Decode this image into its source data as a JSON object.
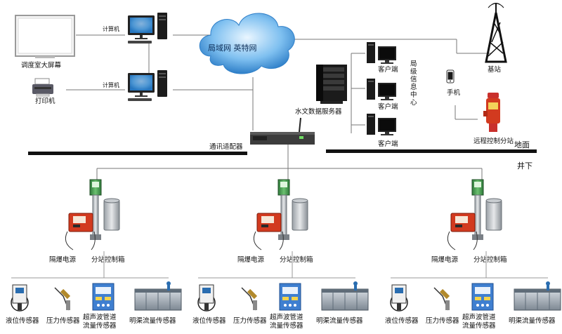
{
  "labels": {
    "big_screen": "调度室大屏幕",
    "printer": "打印机",
    "computer_top": "计算机",
    "computer_bottom": "计算机",
    "cloud": "局域网 英特网",
    "server": "水文数据服务器",
    "client_1": "客户端",
    "client_2": "客户端",
    "client_3": "客户端",
    "info_center": "局级信息中心",
    "base_station": "基站",
    "phone": "手机",
    "remote_station": "远程控制分站",
    "ground": "地面",
    "underground": "井下",
    "adapter": "通讯适配器"
  },
  "stations": [
    {
      "power": "隔爆电源",
      "box": "分站控制箱",
      "sensors": [
        "液位传感器",
        "压力传感器",
        "超声波管道",
        "流量传感器",
        "明渠流量传感器"
      ]
    },
    {
      "power": "隔爆电源",
      "box": "分站控制箱",
      "sensors": [
        "液位传感器",
        "压力传感器",
        "超声波管道",
        "流量传感器",
        "明渠流量传感器"
      ]
    },
    {
      "power": "隔爆电源",
      "box": "分站控制箱",
      "sensors": [
        "液位传感器",
        "压力传感器",
        "超声波管道",
        "流量传感器",
        "明渠流量传感器"
      ]
    }
  ],
  "colors": {
    "cloud": "#3b8fd8",
    "red_box": "#d23a1f",
    "line": "#777777",
    "ground_bar": "#111111"
  }
}
